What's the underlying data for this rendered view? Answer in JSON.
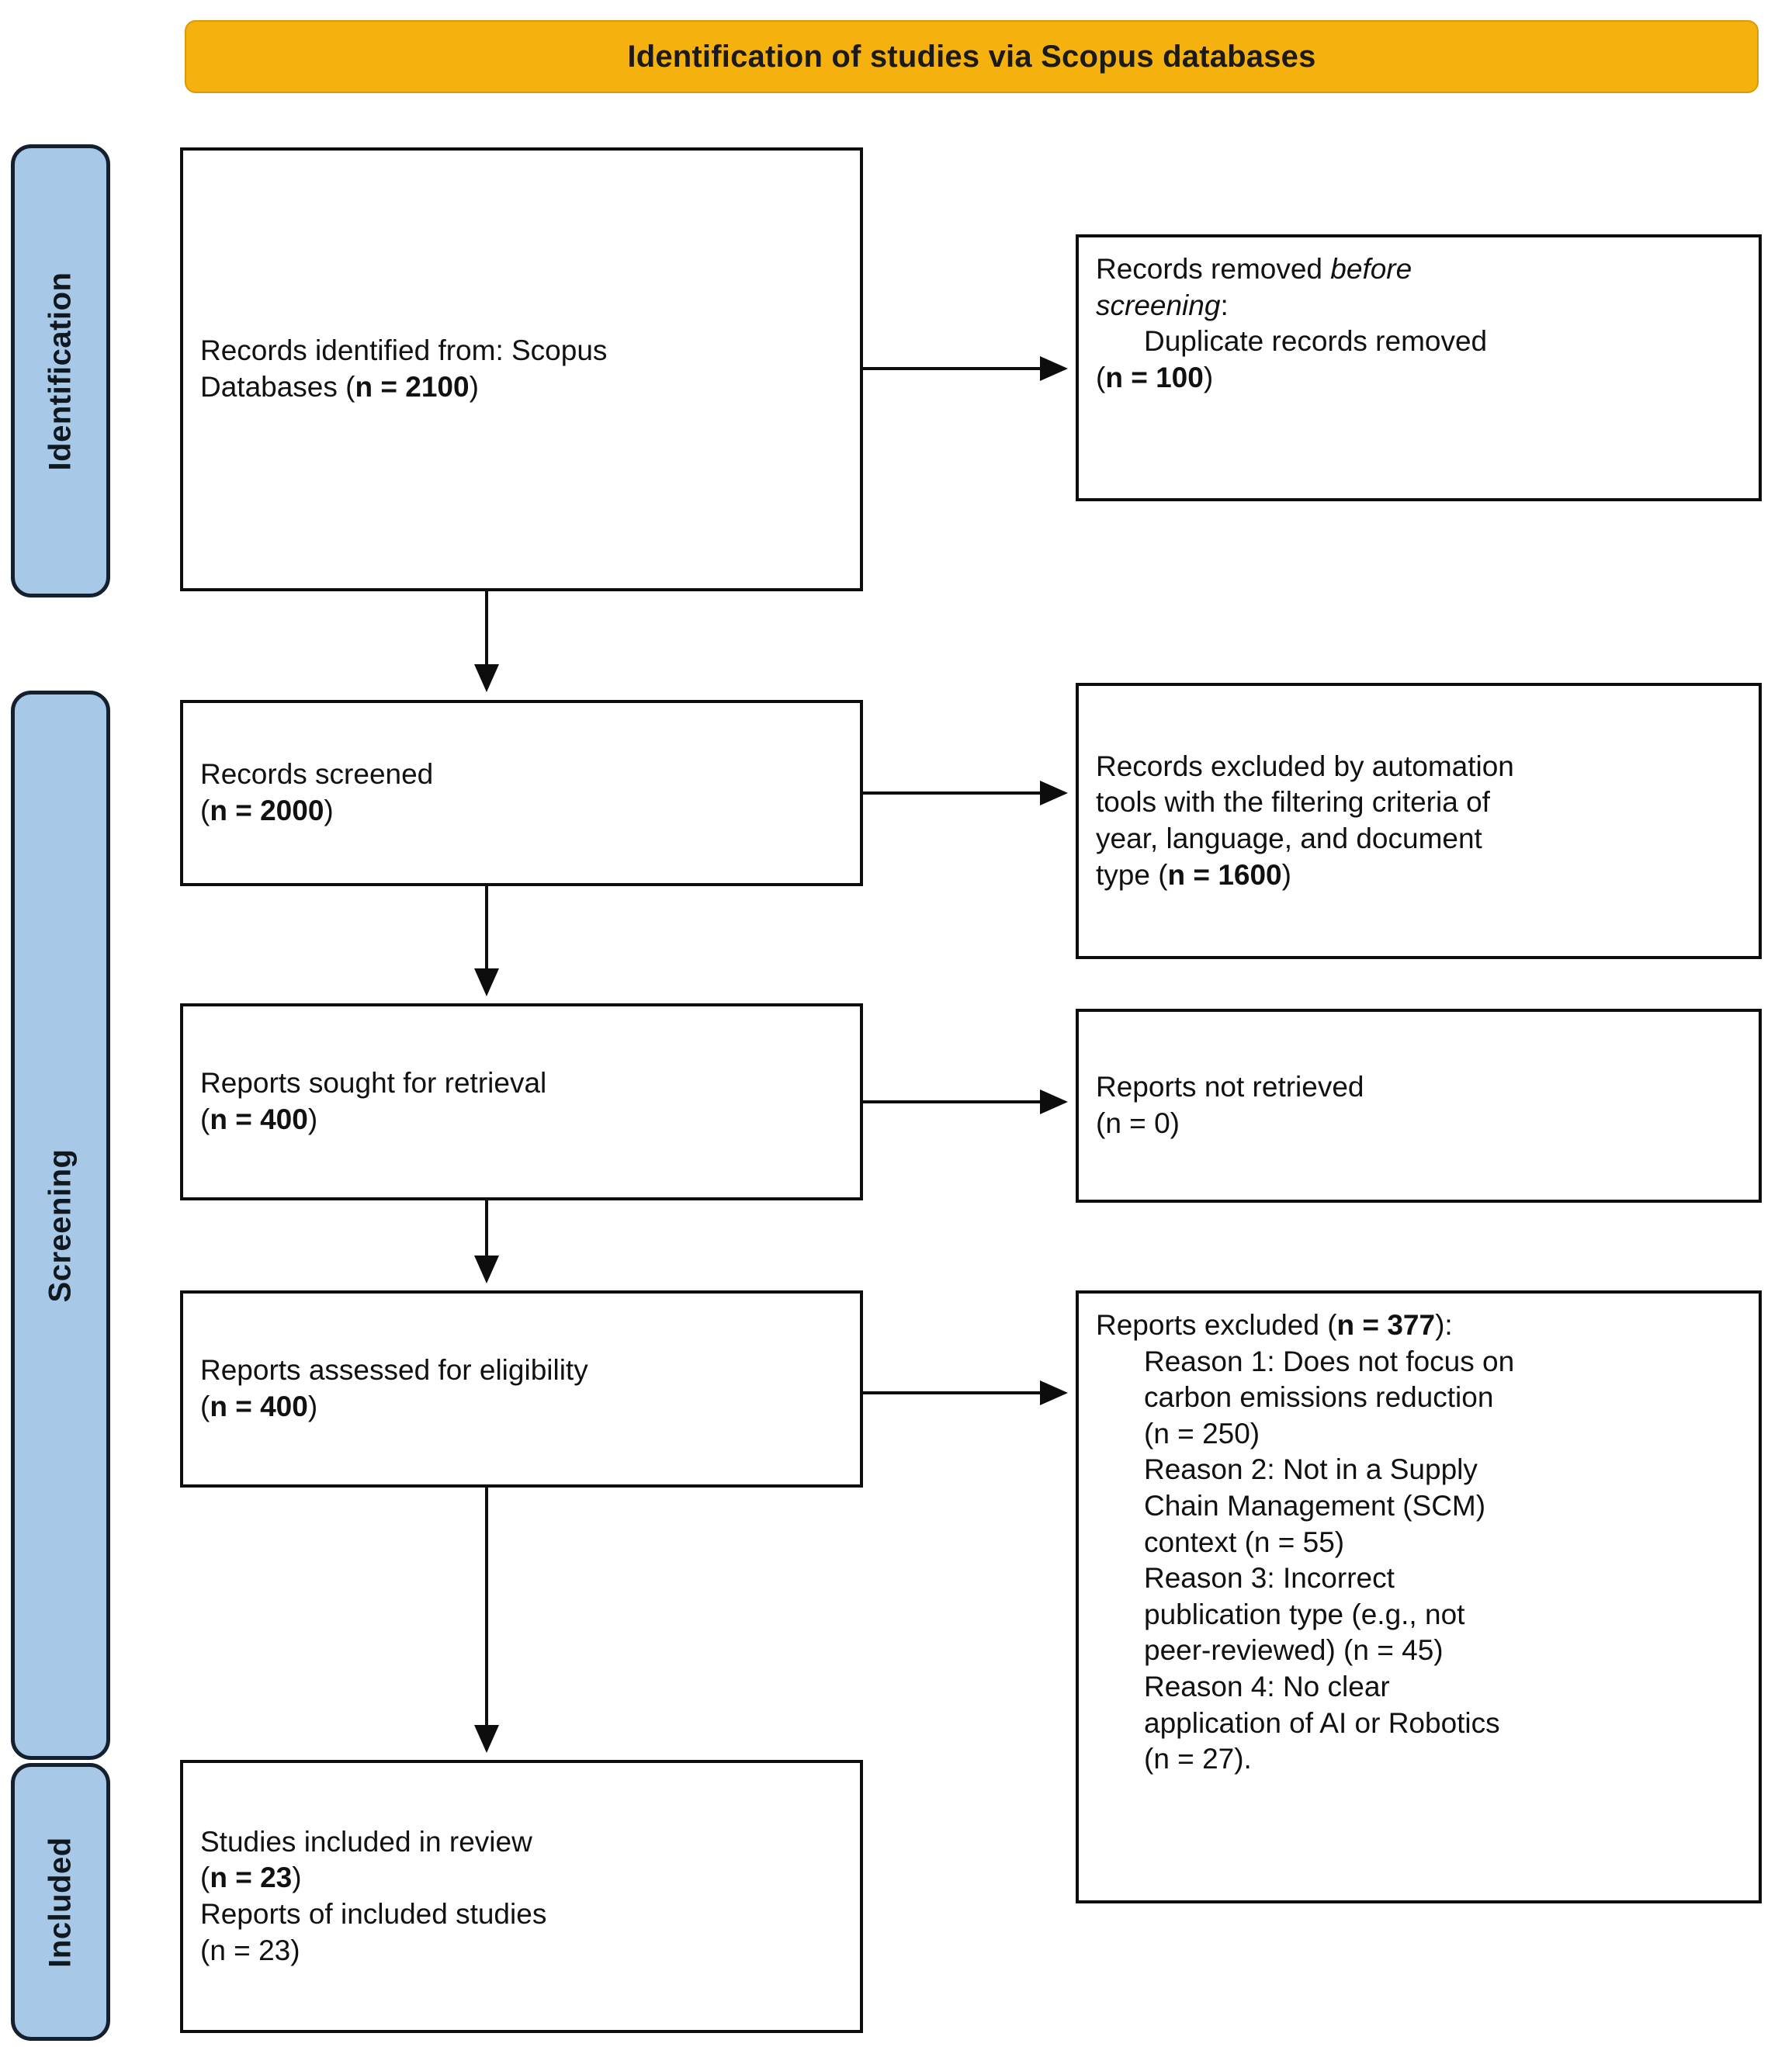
{
  "header": {
    "title": "Identification of studies via Scopus databases",
    "accent_color": "#F5B10D"
  },
  "stages": {
    "bar_color": "#A8C8E8",
    "identification": "Identification",
    "screening": "Screening",
    "included": "Included"
  },
  "boxes": {
    "identified": {
      "line1": "Records identified from: Scopus",
      "line2_prefix": "Databases (",
      "line2_n": "n = 2100",
      "line2_suffix": ")"
    },
    "removed": {
      "line1_prefix": "Records removed ",
      "line1_italic": "before",
      "line2_italic": "screening",
      "line2_suffix": ":",
      "line3": "Duplicate records removed",
      "line4_prefix": "(",
      "line4_n": "n = 100",
      "line4_suffix": ")"
    },
    "screened": {
      "line1": "Records screened",
      "line2_prefix": "(",
      "line2_n": "n = 2000",
      "line2_suffix": ")"
    },
    "auto_excluded": {
      "line1": "Records excluded by automation",
      "line2": "tools with the filtering criteria of",
      "line3": "year, language, and document",
      "line4_prefix": "type (",
      "line4_n": "n = 1600",
      "line4_suffix": ")"
    },
    "sought": {
      "line1": "Reports sought for retrieval",
      "line2_prefix": "(",
      "line2_n": "n = 400",
      "line2_suffix": ")"
    },
    "not_retrieved": {
      "line1": "Reports not retrieved",
      "line2": "(n = 0)"
    },
    "assessed": {
      "line1": "Reports assessed for eligibility",
      "line2_prefix": "(",
      "line2_n": "n = 400",
      "line2_suffix": ")"
    },
    "excluded": {
      "line1_prefix": "Reports excluded (",
      "line1_n": "n = 377",
      "line1_suffix": "):",
      "reason1_a": "Reason 1: Does not focus on",
      "reason1_b": "carbon emissions reduction",
      "reason1_c": "(n = 250)",
      "reason2_a": "Reason 2: Not in a Supply",
      "reason2_b": "Chain Management (SCM)",
      "reason2_c": "context (n = 55)",
      "reason3_a": "Reason 3: Incorrect",
      "reason3_b": "publication type (e.g., not",
      "reason3_c": "peer-reviewed) (n = 45)",
      "reason4_a": "Reason 4: No clear",
      "reason4_b": "application of AI or Robotics",
      "reason4_c": "(n = 27)."
    },
    "included": {
      "line1": "Studies included in review",
      "line2_prefix": "(",
      "line2_n": "n = 23",
      "line2_suffix": ")",
      "line3": "Reports of included studies",
      "line4": "(n = 23)"
    }
  },
  "flow_data": {
    "type": "prisma-flow-diagram",
    "identified": 2100,
    "duplicates_removed": 100,
    "screened": 2000,
    "excluded_by_automation": 1600,
    "sought_for_retrieval": 400,
    "not_retrieved": 0,
    "assessed_for_eligibility": 400,
    "excluded_total": 377,
    "excluded_reasons": [
      {
        "label": "Reason 1: Does not focus on carbon emissions reduction",
        "n": 250
      },
      {
        "label": "Reason 2: Not in a Supply Chain Management (SCM) context",
        "n": 55
      },
      {
        "label": "Reason 3: Incorrect publication type (e.g., not peer-reviewed)",
        "n": 45
      },
      {
        "label": "Reason 4: No clear application of AI or Robotics",
        "n": 27
      }
    ],
    "studies_included": 23,
    "reports_of_included_studies": 23
  }
}
